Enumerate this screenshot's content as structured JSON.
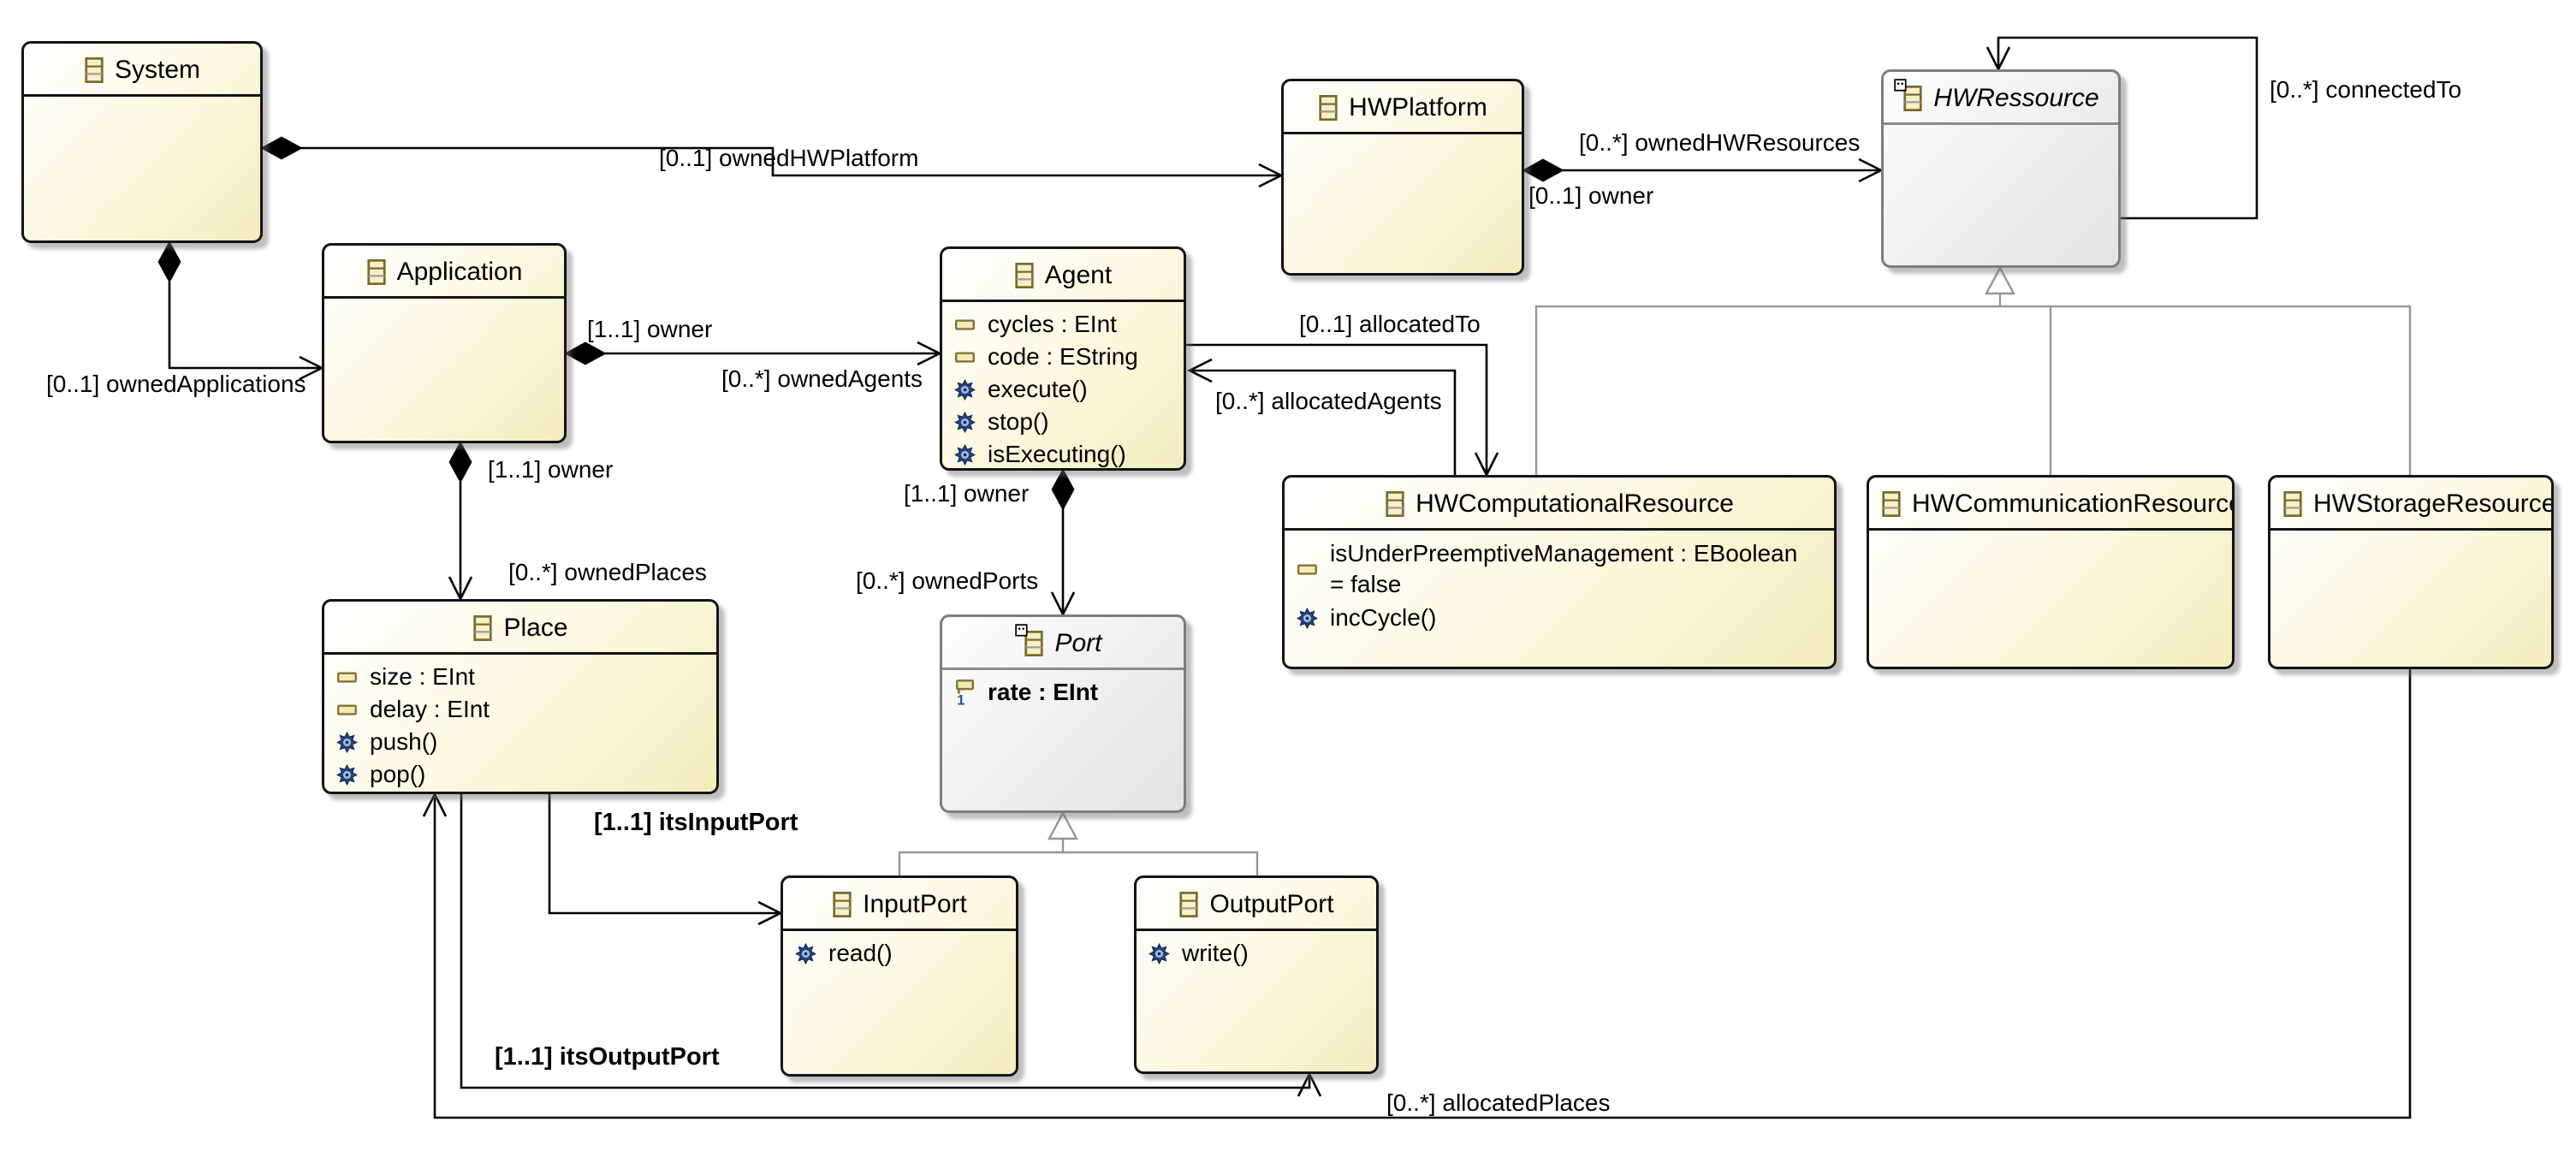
{
  "diagram": {
    "kind": "ecore-class-diagram"
  },
  "colors": {
    "class_fill_start": "#ffffff",
    "class_fill_end": "#f3edbd",
    "abstract_fill_end": "#e3e3e3",
    "class_border": "#141414",
    "abstract_border": "#7d7d7d",
    "edge": "#000000",
    "generalization": "#969696",
    "operation_icon_blue": "#25477f",
    "attribute_icon_khaki": "#847233",
    "attribute_icon_fill": "#f2ebb5"
  },
  "classes": {
    "system": {
      "name": "System",
      "abstract": false
    },
    "application": {
      "name": "Application",
      "abstract": false
    },
    "agent": {
      "name": "Agent",
      "abstract": false,
      "members": [
        {
          "kind": "attribute",
          "label": "cycles : EInt"
        },
        {
          "kind": "attribute",
          "label": "code : EString"
        },
        {
          "kind": "operation",
          "label": "execute()"
        },
        {
          "kind": "operation",
          "label": "stop()"
        },
        {
          "kind": "operation",
          "label": "isExecuting()"
        }
      ]
    },
    "hwPlatform": {
      "name": "HWPlatform",
      "abstract": false
    },
    "hwRessource": {
      "name": "HWRessource",
      "abstract": true
    },
    "hwComputationalResource": {
      "name": "HWComputationalResource",
      "abstract": false,
      "members": [
        {
          "kind": "attribute",
          "label": "isUnderPreemptiveManagement : EBoolean",
          "label2": "= false"
        },
        {
          "kind": "operation",
          "label": "incCycle()"
        }
      ]
    },
    "hwCommunicationResource": {
      "name": "HWCommunicationResource",
      "abstract": false
    },
    "hwStorageResource": {
      "name": "HWStorageResource",
      "abstract": false
    },
    "place": {
      "name": "Place",
      "abstract": false,
      "members": [
        {
          "kind": "attribute",
          "label": "size : EInt"
        },
        {
          "kind": "attribute",
          "label": "delay : EInt"
        },
        {
          "kind": "operation",
          "label": "push()"
        },
        {
          "kind": "operation",
          "label": "pop()"
        }
      ]
    },
    "port": {
      "name": "Port",
      "abstract": true,
      "members": [
        {
          "kind": "attribute-required",
          "label": "rate : EInt"
        }
      ]
    },
    "inputPort": {
      "name": "InputPort",
      "abstract": false,
      "members": [
        {
          "kind": "operation",
          "label": "read()"
        }
      ]
    },
    "outputPort": {
      "name": "OutputPort",
      "abstract": false,
      "members": [
        {
          "kind": "operation",
          "label": "write()"
        }
      ]
    }
  },
  "labels": {
    "ownedHWPlatform": "[0..1] ownedHWPlatform",
    "ownedApplications": "[0..1] ownedApplications",
    "ownerAppAgent": "[1..1] owner",
    "ownedAgents": "[0..*] ownedAgents",
    "ownerAppPlace": "[1..1] owner",
    "ownedPlaces": "[0..*] ownedPlaces",
    "ownerAgentPort": "[1..1] owner",
    "ownedPorts": "[0..*] ownedPorts",
    "allocatedTo": "[0..1] allocatedTo",
    "allocatedAgents": "[0..*] allocatedAgents",
    "ownedHWResources": "[0..*] ownedHWResources",
    "ownerPlatform": "[0..1] owner",
    "connectedTo": "[0..*] connectedTo",
    "itsInputPort": "[1..1] itsInputPort",
    "itsOutputPort": "[1..1] itsOutputPort",
    "allocatedPlaces": "[0..*] allocatedPlaces"
  },
  "icons": {
    "eclass": "eclass-icon",
    "eclass_abstract": "eclass-abstract-icon",
    "eattribute": "eattribute-icon",
    "eattribute_required": "eattribute-required-icon",
    "eoperation": "eoperation-gear-icon"
  }
}
